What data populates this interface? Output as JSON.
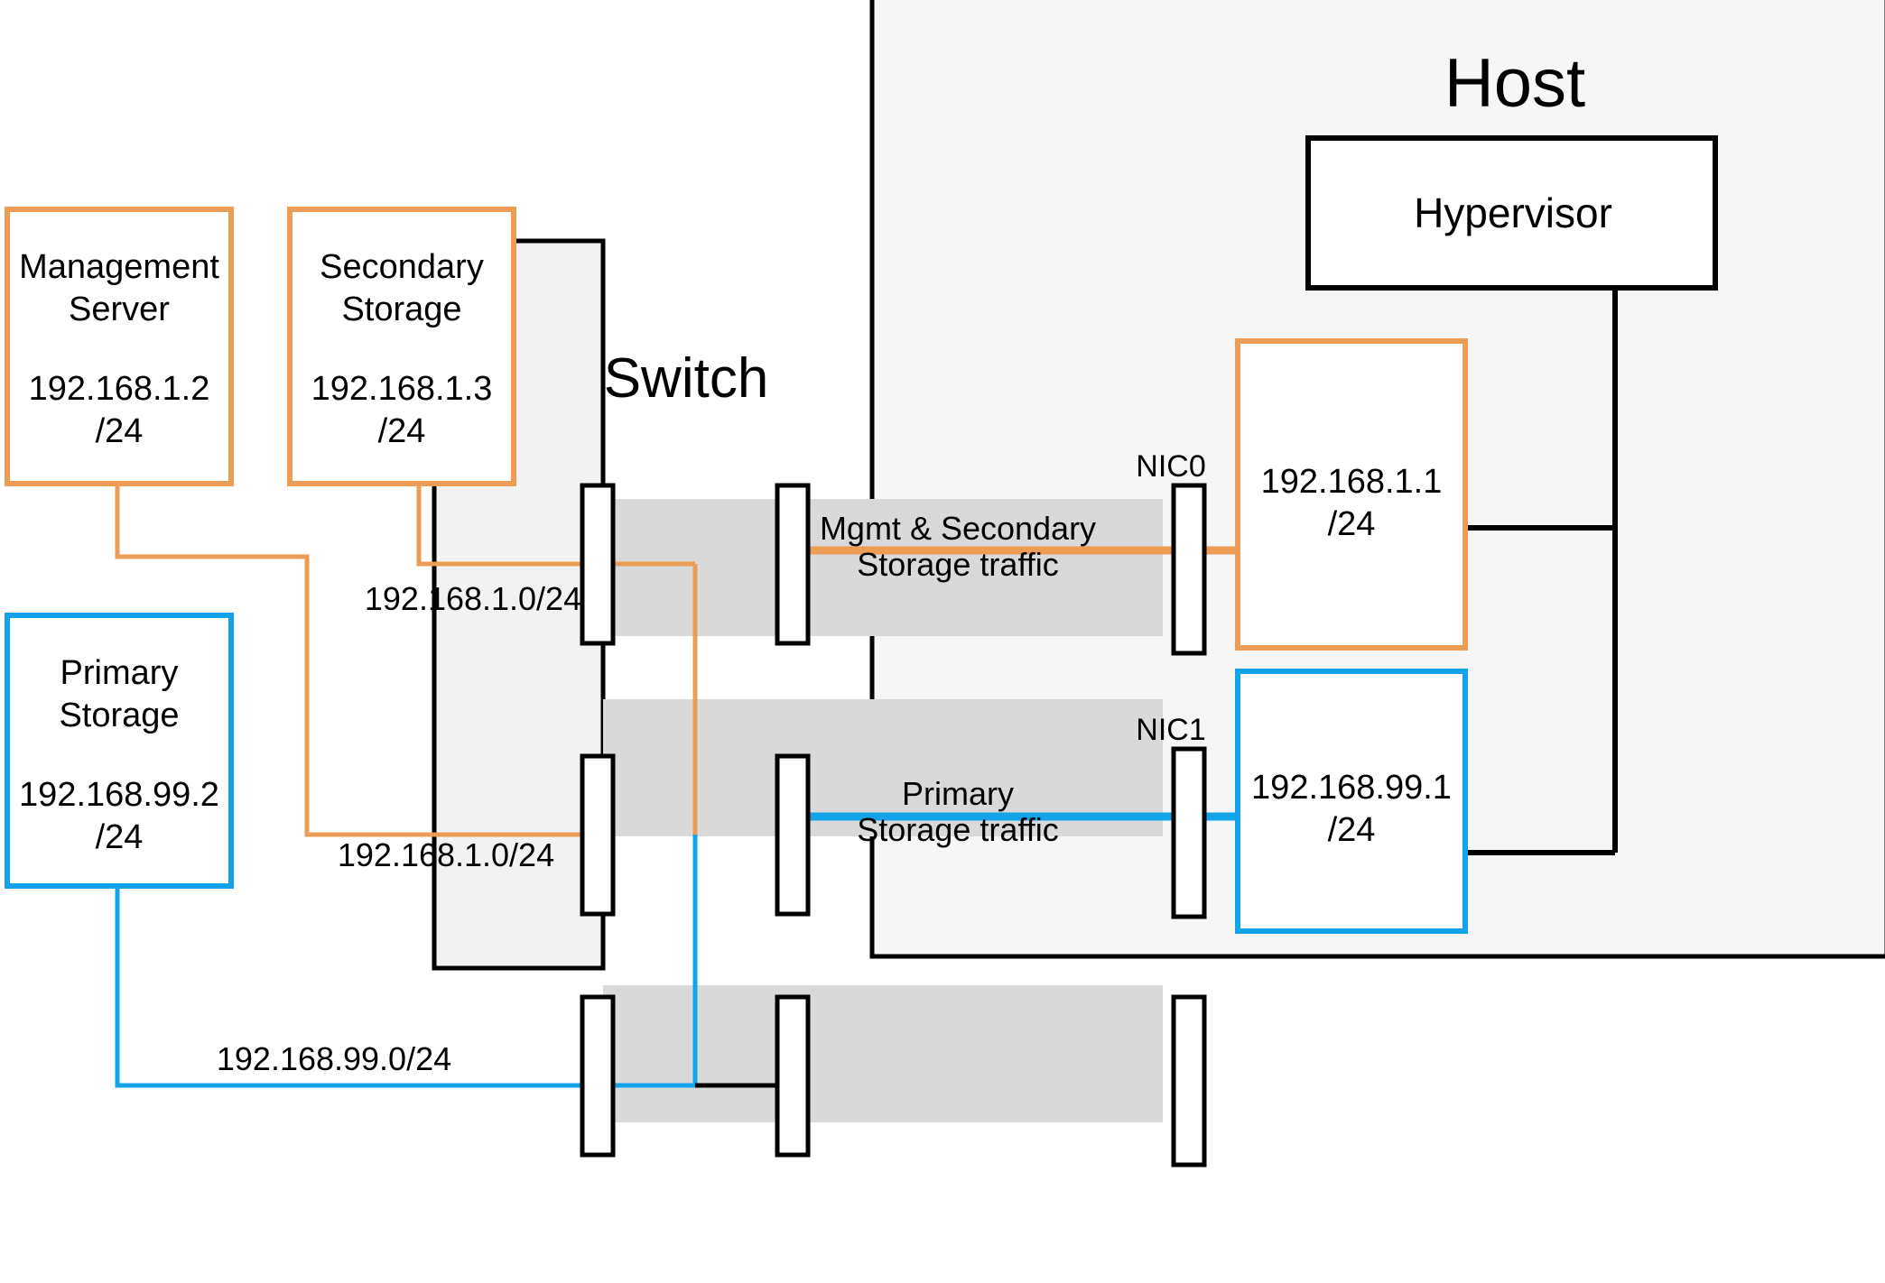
{
  "diagram": {
    "title": "CloudStack basic network diagram",
    "colors": {
      "orange": "#ED9C56",
      "blue": "#12A3E9",
      "black": "#000000",
      "switch_fill": "#F2F2F2",
      "host_fill": "#F6F6F6",
      "band_fill": "#D9D9D9",
      "box_fill": "#FFFFFF"
    },
    "nodes": {
      "management_server": {
        "name": "Management\nServer",
        "line1": "Management",
        "line2": "Server",
        "ip": "192.168.1.2",
        "mask": "/24",
        "border": "orange"
      },
      "secondary_storage": {
        "line1": "Secondary",
        "line2": "Storage",
        "ip": "192.168.1.3",
        "mask": "/24",
        "border": "orange"
      },
      "primary_storage": {
        "line1": "Primary",
        "line2": "Storage",
        "ip": "192.168.99.2",
        "mask": "/24",
        "border": "blue"
      },
      "switch": {
        "label": "Switch"
      },
      "host": {
        "label": "Host"
      },
      "hypervisor": {
        "label": "Hypervisor"
      },
      "nic0_ip": {
        "ip": "192.168.1.1",
        "mask": "/24",
        "border": "orange"
      },
      "nic1_ip": {
        "ip": "192.168.99.1",
        "mask": "/24",
        "border": "blue"
      }
    },
    "port_labels": {
      "nic0": "NIC0",
      "nic1": "NIC1"
    },
    "subnet_labels": {
      "mgmt_top": "192.168.1.0/24",
      "mgmt_bottom": "192.168.1.0/24",
      "primary": "192.168.99.0/24"
    },
    "traffic_labels": {
      "mgmt_line1": "Mgmt & Secondary",
      "mgmt_line2": "Storage traffic",
      "primary_line1": "Primary",
      "primary_line2": "Storage traffic"
    }
  }
}
